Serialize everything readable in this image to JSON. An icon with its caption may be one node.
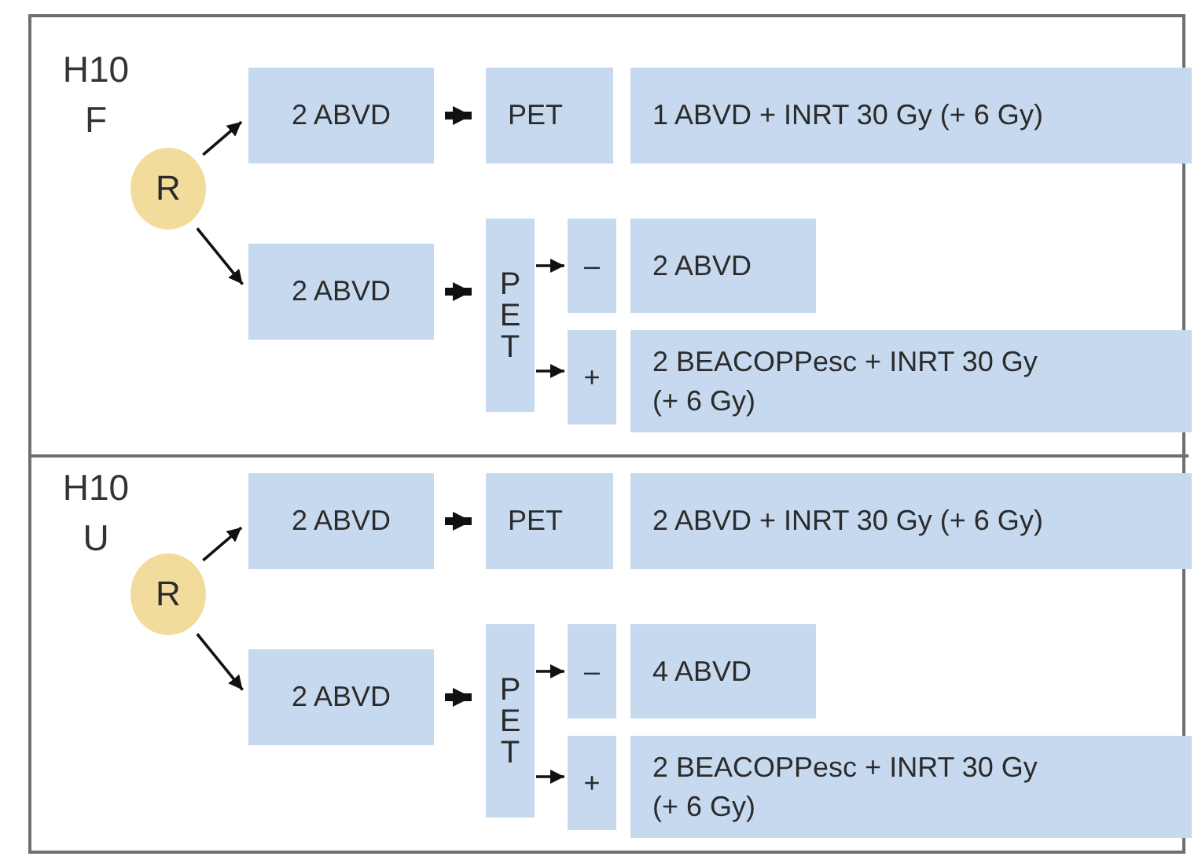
{
  "diagram": {
    "nodes": [
      {
        "text": [
          "R"
        ]
      },
      {
        "text": [
          "2 ABVD"
        ]
      },
      {
        "text": [
          "PET"
        ]
      },
      {
        "text": [
          "1 ABVD + INRT 30 Gy (+ 6 Gy)"
        ]
      },
      {
        "text": [
          "2 ABVD"
        ]
      },
      {
        "text": [
          "PET"
        ]
      },
      {
        "text": [
          "–"
        ]
      },
      {
        "text": [
          "2 ABVD"
        ]
      },
      {
        "text": [
          "+"
        ]
      },
      {
        "text": [
          "2 BEACOPPesc + INRT 30 Gy (+ 6 Gy)"
        ]
      },
      {
        "text": [
          "R"
        ]
      },
      {
        "text": [
          "2 ABVD"
        ]
      },
      {
        "text": [
          "PET"
        ]
      },
      {
        "text": [
          "2 ABVD + INRT 30 Gy (+ 6 Gy)"
        ]
      },
      {
        "text": [
          "2 ABVD"
        ]
      },
      {
        "text": [
          "PET"
        ]
      },
      {
        "text": [
          "–"
        ]
      },
      {
        "text": [
          "4 ABVD"
        ]
      },
      {
        "text": [
          "+"
        ]
      },
      {
        "text": [
          "2 BEACOPPesc + INRT 30 Gy (+ 6 Gy)"
        ]
      }
    ],
    "edges": [
      {
        "from": 0,
        "to": 1,
        "arrow": "to"
      },
      {
        "from": 0,
        "to": 4,
        "arrow": "to"
      },
      {
        "from": 1,
        "to": 2,
        "arrow": "to",
        "style": "thick"
      },
      {
        "from": 4,
        "to": 5,
        "arrow": "to",
        "style": "thick"
      },
      {
        "from": 5,
        "to": 6,
        "arrow": "to"
      },
      {
        "from": 5,
        "to": 8,
        "arrow": "to"
      },
      {
        "from": 10,
        "to": 11,
        "arrow": "to"
      },
      {
        "from": 10,
        "to": 14,
        "arrow": "to"
      },
      {
        "from": 11,
        "to": 12,
        "arrow": "to",
        "style": "thick"
      },
      {
        "from": 14,
        "to": 15,
        "arrow": "to",
        "style": "thick"
      },
      {
        "from": 15,
        "to": 16,
        "arrow": "to"
      },
      {
        "from": 15,
        "to": 18,
        "arrow": "to"
      }
    ],
    "labels": [
      "H10 F",
      "H10 U"
    ]
  }
}
